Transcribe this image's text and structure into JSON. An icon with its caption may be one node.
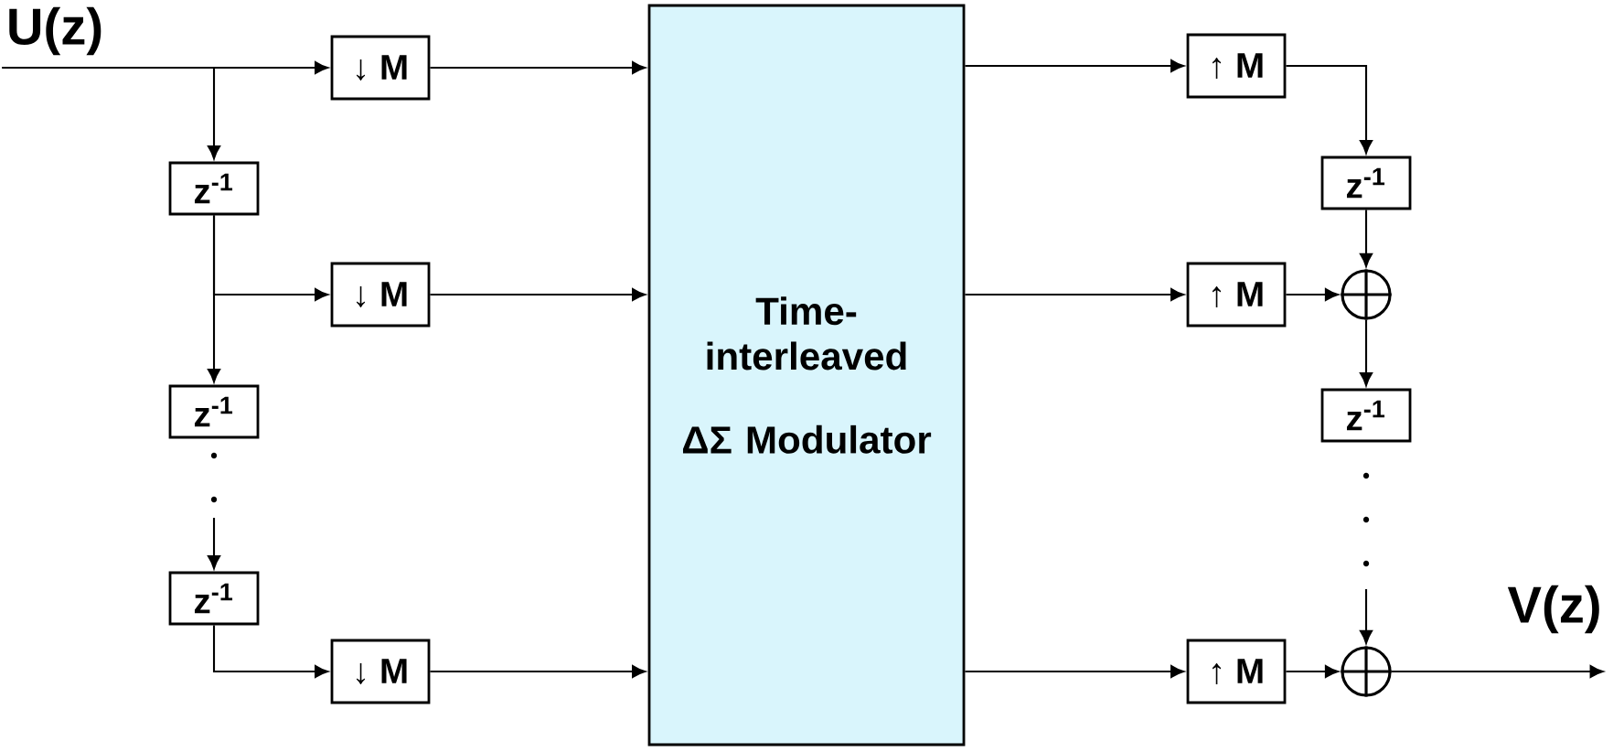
{
  "diagram": {
    "nodes": [
      {
        "text": [
          "↓ **M**"
        ]
      },
      {
        "text": [
          "z$^{-1}$"
        ]
      },
      {
        "text": [
          "↓ **M**"
        ]
      },
      {
        "text": [
          "z$^{-1}$"
        ]
      },
      {
        "text": [
          "z$^{-1}$"
        ]
      },
      {
        "text": [
          "↓ **M**"
        ]
      },
      {
        "text": [
          "Time-interleaved",
          "ΔΣ **Modulator**"
        ]
      },
      {
        "text": [
          "↑ **M**"
        ]
      },
      {
        "text": [
          "z$^{-1}$"
        ]
      },
      {
        "text": [
          "↑ **M**"
        ]
      },
      {
        "text": [],
        "shape": "circle"
      },
      {
        "text": [
          "z$^{-1}$"
        ]
      },
      {
        "text": [
          "↑ **M**"
        ]
      },
      {
        "text": [],
        "shape": "circle"
      },
      {
        "text": [
          "U(z)"
        ]
      },
      {
        "text": [
          "V(z)"
        ]
      }
    ],
    "edges": [
      {
        "from": 14,
        "to": 0,
        "arrow": "to"
      },
      {
        "from": 14,
        "to": 1,
        "arrow": "to"
      },
      {
        "from": 1,
        "to": 2,
        "arrow": "to"
      },
      {
        "from": 1,
        "to": 3,
        "arrow": "to"
      },
      {
        "from": null,
        "to": 4,
        "arrow": "to"
      },
      {
        "from": 4,
        "to": 5,
        "arrow": "to"
      },
      {
        "from": 0,
        "to": 6,
        "arrow": "to"
      },
      {
        "from": 2,
        "to": 6,
        "arrow": "to"
      },
      {
        "from": 5,
        "to": 6,
        "arrow": "to"
      },
      {
        "from": 6,
        "to": 7,
        "arrow": "to"
      },
      {
        "from": 6,
        "to": 9,
        "arrow": "to"
      },
      {
        "from": 6,
        "to": 12,
        "arrow": "to"
      },
      {
        "from": 7,
        "to": 8,
        "arrow": "to"
      },
      {
        "from": 8,
        "to": 10,
        "arrow": "to"
      },
      {
        "from": 9,
        "to": 10,
        "arrow": "to"
      },
      {
        "from": 10,
        "to": 11,
        "arrow": "to"
      },
      {
        "from": null,
        "to": 13,
        "arrow": "to"
      },
      {
        "from": 12,
        "to": 13,
        "arrow": "to"
      },
      {
        "from": 13,
        "to": 15,
        "arrow": "to"
      }
    ]
  }
}
